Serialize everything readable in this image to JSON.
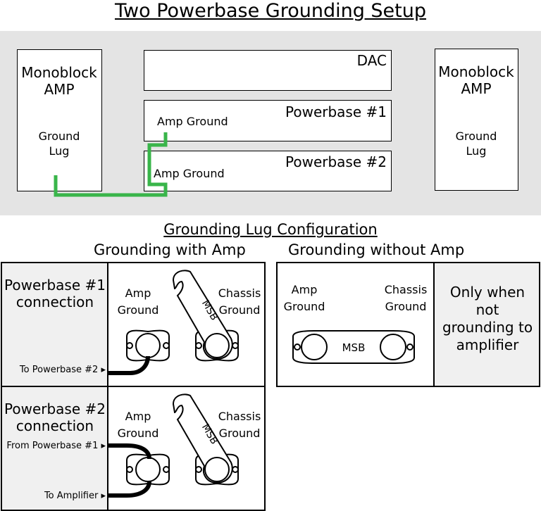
{
  "title": "Two Powerbase Grounding Setup",
  "top": {
    "left_amp": {
      "name": "Monoblock AMP",
      "lug": "Ground Lug"
    },
    "right_amp": {
      "name": "Monoblock AMP",
      "lug": "Ground Lug"
    },
    "dac": "DAC",
    "powerbase1": {
      "name": "Powerbase #1",
      "ground": "Amp Ground"
    },
    "powerbase2": {
      "name": "Powerbase #2",
      "ground": "Amp Ground"
    },
    "wire_color": "#39b54a"
  },
  "config": {
    "title": "Grounding Lug Configuration",
    "with_amp": "Grounding with Amp",
    "without_amp": "Grounding without Amp",
    "pb1_connection": "Powerbase #1 connection",
    "pb2_connection": "Powerbase #2 connection",
    "to_pb2": "To Powerbase #2 ▸",
    "from_pb1": "From Powerbase #1 ▸",
    "to_amplifier": "To Amplifier ▸",
    "amp_ground": "Amp Ground",
    "chassis_ground": "Chassis Ground",
    "msb": "MSB",
    "only_note": "Only when not grounding to amplifier"
  }
}
